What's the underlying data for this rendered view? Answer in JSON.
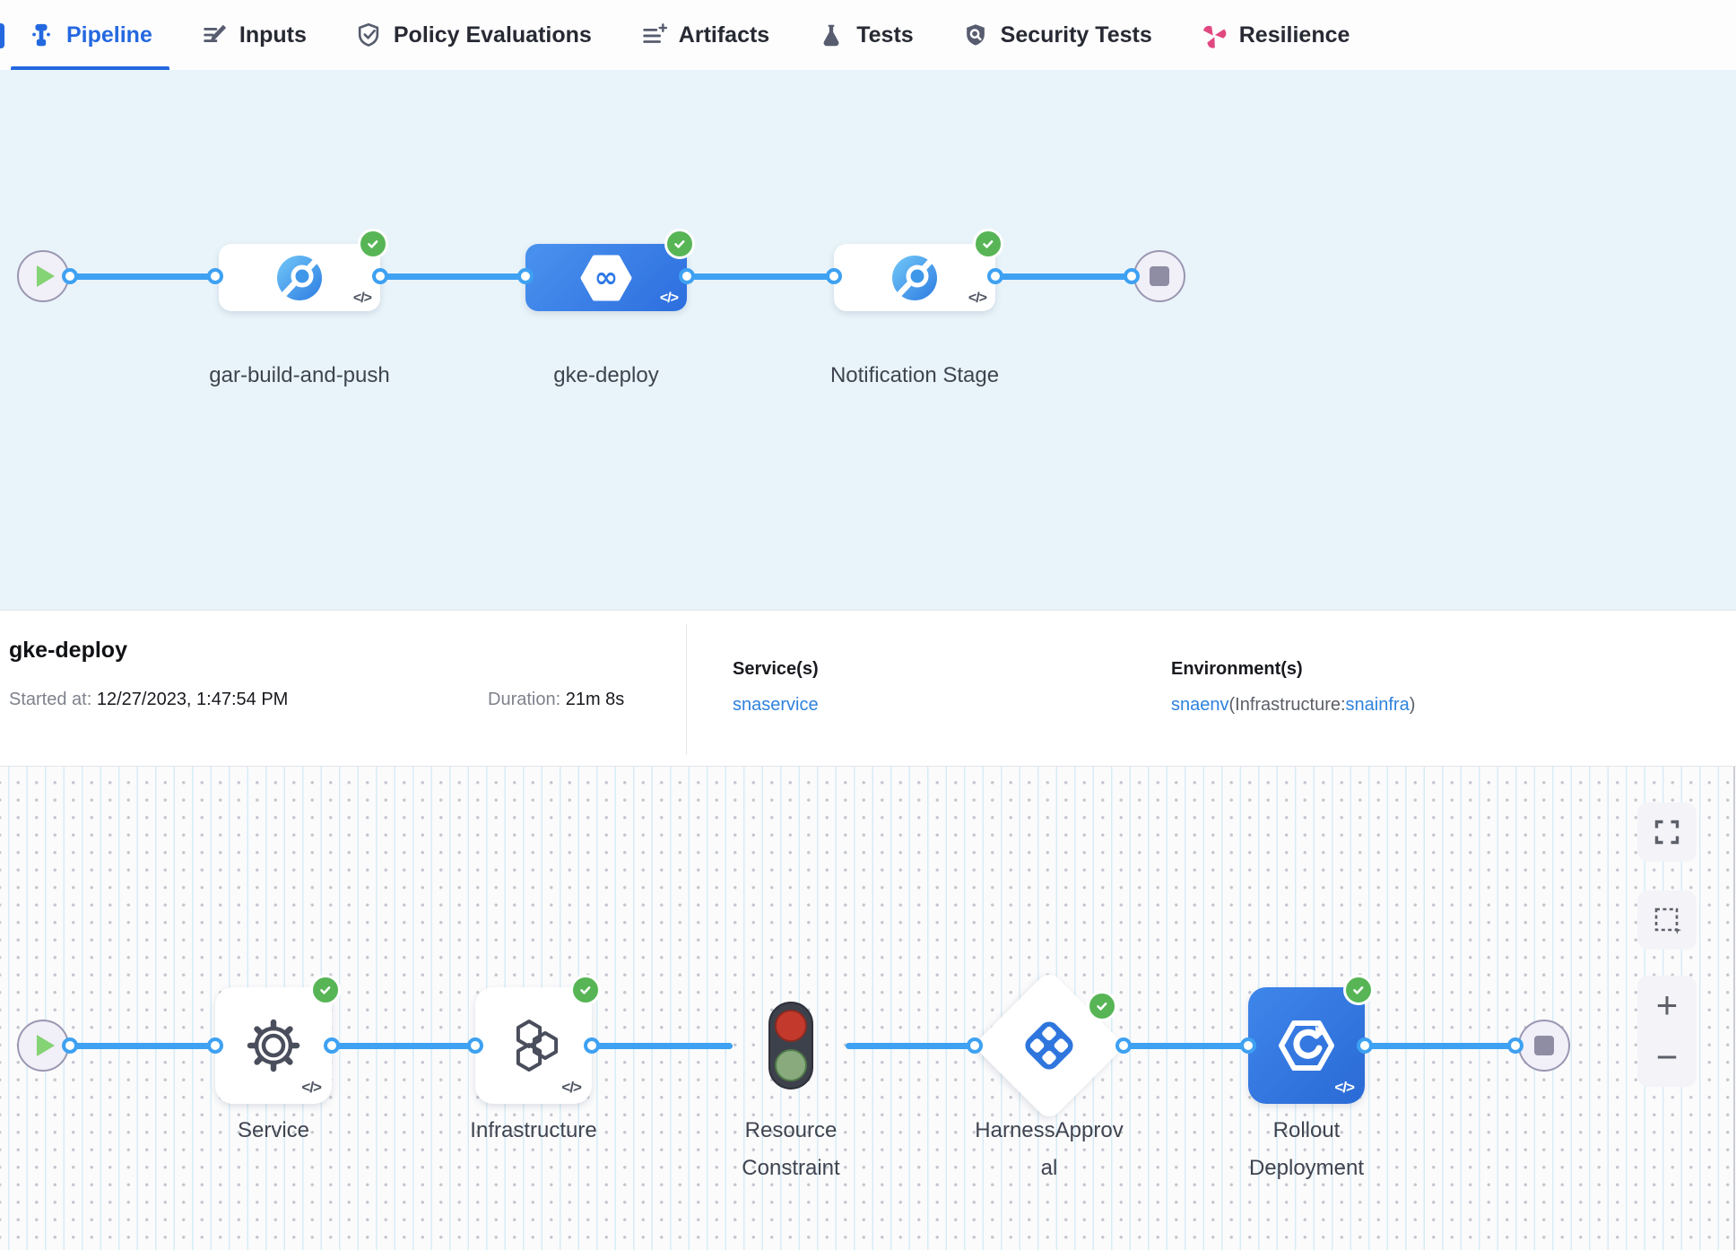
{
  "tabs": [
    {
      "label": "Pipeline",
      "icon": "pipeline-icon",
      "active": true
    },
    {
      "label": "Inputs",
      "icon": "inputs-icon",
      "active": false
    },
    {
      "label": "Policy Evaluations",
      "icon": "policy-shield-icon",
      "active": false
    },
    {
      "label": "Artifacts",
      "icon": "artifacts-list-icon",
      "active": false
    },
    {
      "label": "Tests",
      "icon": "flask-icon",
      "active": false
    },
    {
      "label": "Security Tests",
      "icon": "security-shield-icon",
      "active": false
    },
    {
      "label": "Resilience",
      "icon": "resilience-icon",
      "active": false
    }
  ],
  "top_pipeline": {
    "stages": [
      {
        "name": "gar-build-and-push",
        "icon": "registry-search-icon",
        "status": "success",
        "selected": false
      },
      {
        "name": "gke-deploy",
        "icon": "harness-cd-icon",
        "status": "success",
        "selected": true
      },
      {
        "name": "Notification Stage",
        "icon": "registry-search-icon",
        "status": "success",
        "selected": false
      }
    ]
  },
  "summary": {
    "title": "gke-deploy",
    "started_label": "Started at:",
    "started_value": " 12/27/2023, 1:47:54 PM",
    "duration_label": "Duration: ",
    "duration_value": "21m 8s",
    "services_label": "Service(s)",
    "service_link": "snaservice",
    "environments_label": "Environment(s)",
    "env_link": "snaenv",
    "env_infra_prefix": "(Infrastructure:",
    "env_infra_link": "snainfra",
    "env_suffix": ")"
  },
  "execution": {
    "steps": [
      {
        "name": "Service",
        "icon": "gear-icon",
        "status": "success"
      },
      {
        "name": "Infrastructure",
        "icon": "hexagons-icon",
        "status": "success"
      },
      {
        "name": "Resource Constraint",
        "icon": "traffic-light-icon",
        "status": "none"
      },
      {
        "name": "HarnessApproval",
        "icon": "approval-diamond-icon",
        "status": "success"
      },
      {
        "name": "Rollout Deployment",
        "icon": "rollout-icon",
        "status": "success"
      }
    ]
  },
  "code_chip": "</>",
  "controls": {
    "zoom_in": "+",
    "zoom_out": "−",
    "fullscreen": "fullscreen-icon",
    "marquee": "marquee-select-icon"
  },
  "colors": {
    "accent": "#2468e0",
    "connector": "#3ea1f2",
    "success": "#57b556",
    "link": "#2e82dd",
    "selected_stage": "#2d6ede",
    "resilience_pink": "#e1487f",
    "canvas_bg": "#fbfbfc",
    "graph_bg": "#e9f4fa"
  }
}
